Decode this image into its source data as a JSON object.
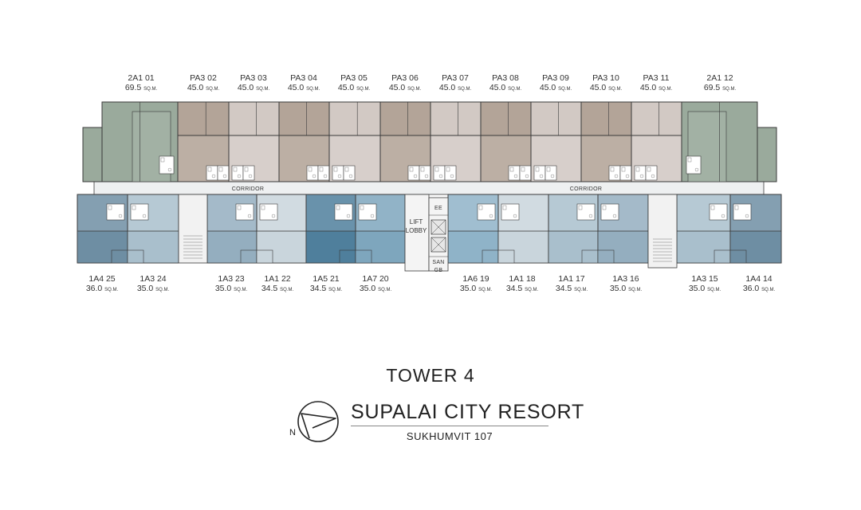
{
  "top_units": [
    {
      "type": "2A1",
      "no": "01",
      "area": "69.5",
      "color": "#9aaa9c"
    },
    {
      "type": "PA3",
      "no": "02",
      "area": "45.0",
      "color": "#b3a498"
    },
    {
      "type": "PA3",
      "no": "03",
      "area": "45.0",
      "color": "#d2c9c4"
    },
    {
      "type": "PA3",
      "no": "04",
      "area": "45.0",
      "color": "#b3a498"
    },
    {
      "type": "PA3",
      "no": "05",
      "area": "45.0",
      "color": "#d2c9c4"
    },
    {
      "type": "PA3",
      "no": "06",
      "area": "45.0",
      "color": "#b3a498"
    },
    {
      "type": "PA3",
      "no": "07",
      "area": "45.0",
      "color": "#d2c9c4"
    },
    {
      "type": "PA3",
      "no": "08",
      "area": "45.0",
      "color": "#b3a498"
    },
    {
      "type": "PA3",
      "no": "09",
      "area": "45.0",
      "color": "#d2c9c4"
    },
    {
      "type": "PA3",
      "no": "10",
      "area": "45.0",
      "color": "#b3a498"
    },
    {
      "type": "PA3",
      "no": "11",
      "area": "45.0",
      "color": "#d2c9c4"
    },
    {
      "type": "2A1",
      "no": "12",
      "area": "69.5",
      "color": "#9aaa9c"
    }
  ],
  "bottom_units": [
    {
      "type": "1A4",
      "no": "25",
      "area": "36.0",
      "color": "#6e8ea3"
    },
    {
      "type": "1A3",
      "no": "24",
      "area": "35.0",
      "color": "#a9bfcc"
    },
    {
      "type": "1A3",
      "no": "23",
      "area": "35.0",
      "color": "#94aebf"
    },
    {
      "type": "1A1",
      "no": "22",
      "area": "34.5",
      "color": "#c9d5dc"
    },
    {
      "type": "1A5",
      "no": "21",
      "area": "34.5",
      "color": "#4f7f9c"
    },
    {
      "type": "1A7",
      "no": "20",
      "area": "35.0",
      "color": "#7ea6bd"
    },
    {
      "type": "1A6",
      "no": "19",
      "area": "35.0",
      "color": "#8fb3c8"
    },
    {
      "type": "1A1",
      "no": "18",
      "area": "34.5",
      "color": "#c9d5dc"
    },
    {
      "type": "1A1",
      "no": "17",
      "area": "34.5",
      "color": "#a9bfcc"
    },
    {
      "type": "1A3",
      "no": "16",
      "area": "35.0",
      "color": "#94aebf"
    },
    {
      "type": "1A3",
      "no": "15",
      "area": "35.0",
      "color": "#a9bfcc"
    },
    {
      "type": "1A4",
      "no": "14",
      "area": "36.0",
      "color": "#6e8ea3"
    }
  ],
  "area_unit": "SQ.M.",
  "corridor_label": "CORRIDOR",
  "lift_label_1": "LIFT",
  "lift_label_2": "LOBBY",
  "ee_label": "EE",
  "san_label": "SAN",
  "gb_label": "GB",
  "tower_title": "TOWER 4",
  "project_name": "SUPALAI CITY RESORT",
  "project_sub": "SUKHUMVIT 107",
  "north_label": "N",
  "colors": {
    "corridor": "#eef0f1",
    "wall": "#3a3a3a",
    "bath": "#ffffff"
  }
}
